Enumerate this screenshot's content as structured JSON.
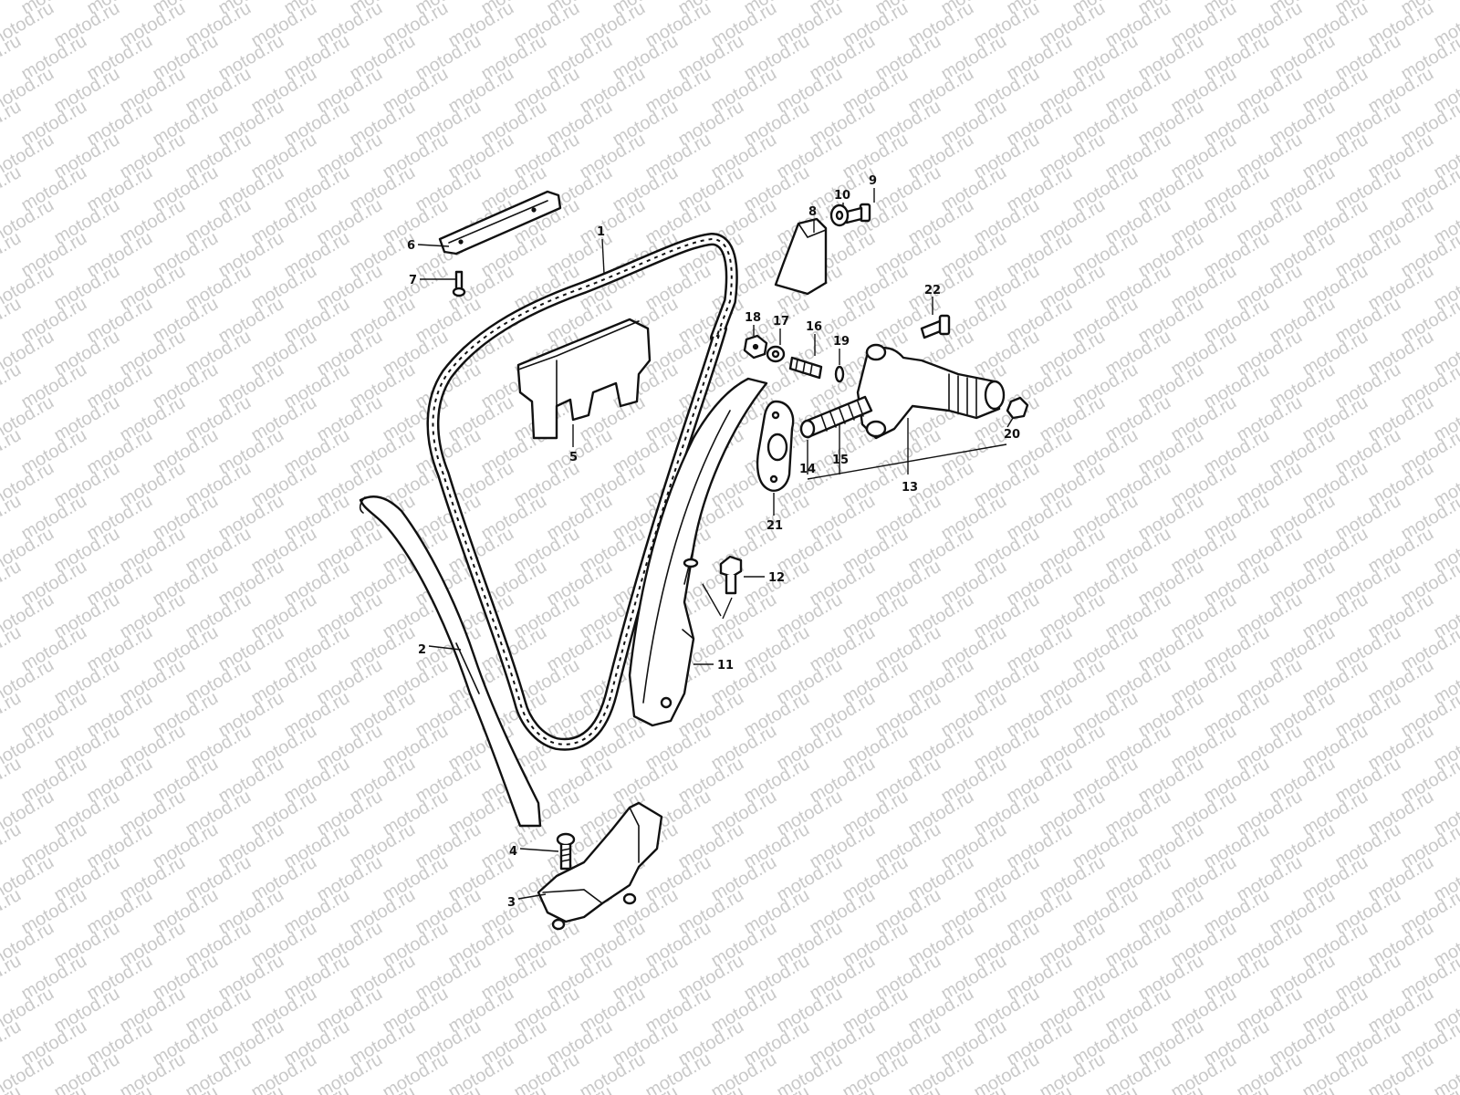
{
  "watermark": {
    "text": "motod.ru"
  },
  "colors": {
    "line": "#111111",
    "paper": "#ffffff",
    "watermark": "#c9c9c9"
  },
  "callouts": {
    "c1": "1",
    "c2": "2",
    "c3": "3",
    "c4": "4",
    "c5": "5",
    "c6": "6",
    "c7": "7",
    "c8": "8",
    "c9": "9",
    "c10": "10",
    "c11": "11",
    "c12": "12",
    "c13": "13",
    "c14": "14",
    "c15": "15",
    "c16": "16",
    "c17": "17",
    "c18": "18",
    "c19": "19",
    "c20": "20",
    "c21": "21",
    "c22": "22"
  }
}
